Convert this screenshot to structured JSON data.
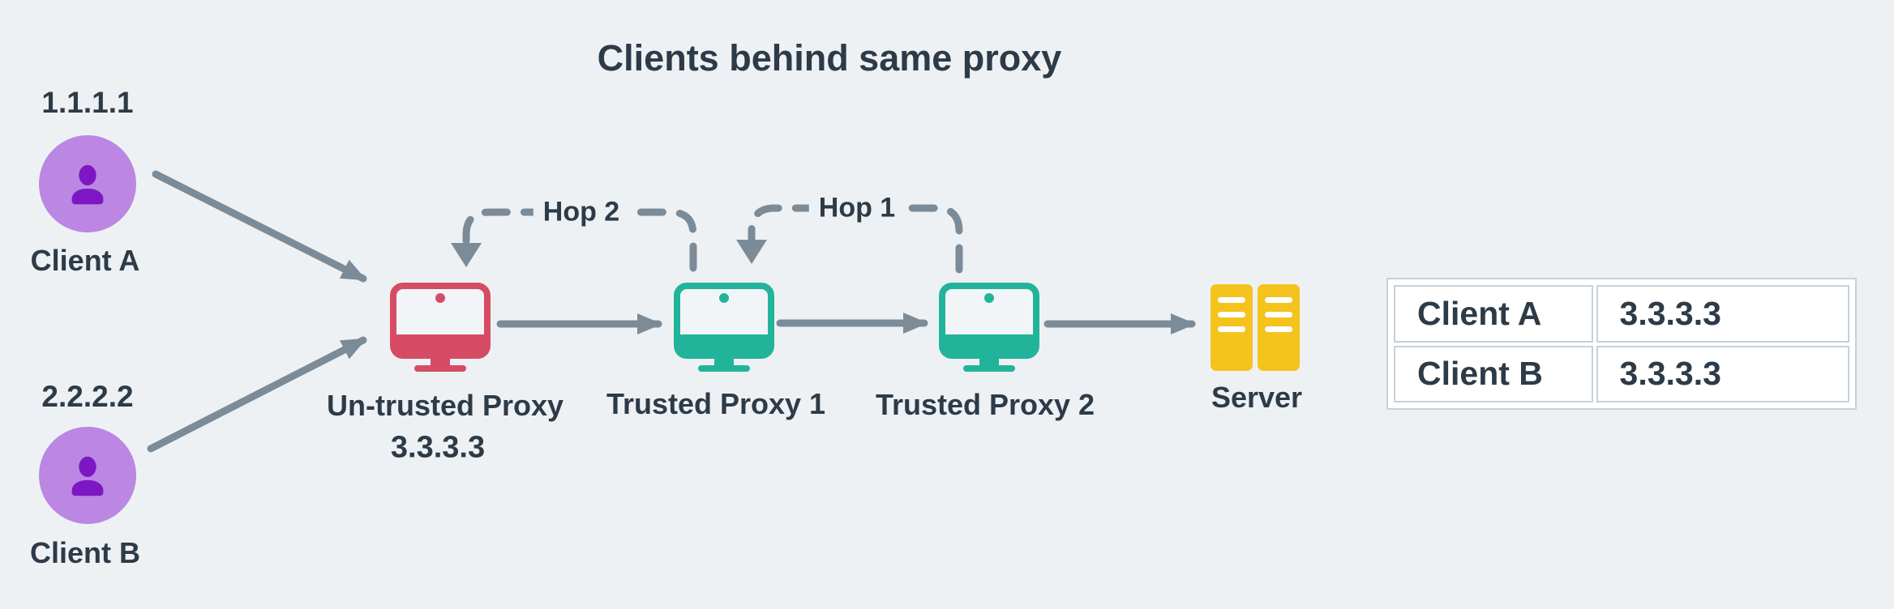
{
  "title": "Clients behind same proxy",
  "colors": {
    "bg": "#eef1f4",
    "text": "#2d3b48",
    "client-fill": "#bb87e2",
    "client-glyph": "#7d17c4",
    "untrusted": "#d64c64",
    "trusted": "#22b49a",
    "server": "#f4c41d",
    "arrow": "#7c8b98",
    "table-border": "#c6d1d9",
    "cell-bg": "#ffffff"
  },
  "nodes": {
    "client_a": {
      "ip": "1.1.1.1",
      "label": "Client A"
    },
    "client_b": {
      "ip": "2.2.2.2",
      "label": "Client B"
    },
    "untrusted_proxy": {
      "label": "Un-trusted Proxy",
      "ip": "3.3.3.3"
    },
    "trusted_proxy_1": {
      "label": "Trusted Proxy 1"
    },
    "trusted_proxy_2": {
      "label": "Trusted Proxy 2"
    },
    "server": {
      "label": "Server"
    }
  },
  "edges": {
    "hop1_label": "Hop 1",
    "hop2_label": "Hop 2"
  },
  "table": {
    "rows": [
      {
        "client": "Client A",
        "ip": "3.3.3.3"
      },
      {
        "client": "Client B",
        "ip": "3.3.3.3"
      }
    ]
  }
}
